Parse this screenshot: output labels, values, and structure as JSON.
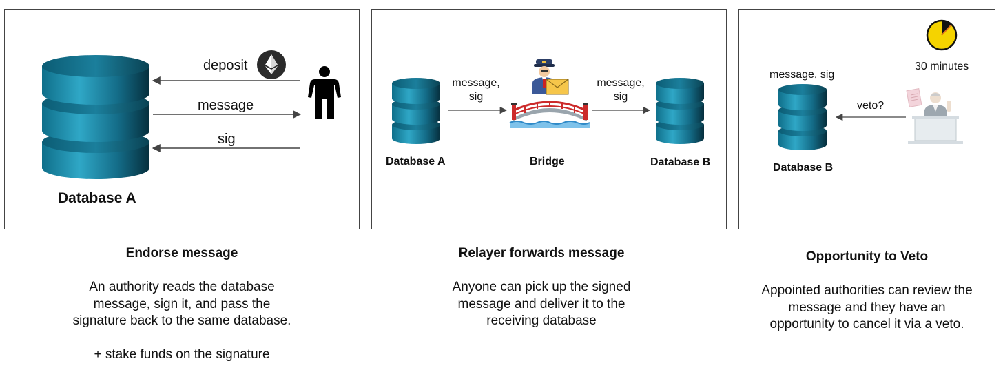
{
  "panels": [
    {
      "labels": {
        "deposit": "deposit",
        "message": "message",
        "sig": "sig",
        "database": "Database A"
      },
      "icons": [
        "database-icon",
        "ethereum-icon",
        "person-icon"
      ],
      "caption": {
        "title": "Endorse message",
        "lines": [
          "An authority reads the database",
          "message, sign it, and pass the",
          "signature back to the same database."
        ],
        "note": "+ stake funds on the signature"
      }
    },
    {
      "labels": {
        "msg_left_1": "message,",
        "msg_left_2": "sig",
        "msg_right_1": "message,",
        "msg_right_2": "sig",
        "db_a": "Database A",
        "bridge": "Bridge",
        "db_b": "Database B"
      },
      "icons": [
        "database-icon",
        "postman-icon",
        "envelope-icon",
        "bridge-icon",
        "database-icon"
      ],
      "caption": {
        "title": "Relayer forwards message",
        "lines": [
          "Anyone can pick up the signed",
          "message and deliver it to the",
          "receiving database"
        ]
      }
    },
    {
      "labels": {
        "message_sig": "message, sig",
        "veto": "veto?",
        "timer": "30 minutes",
        "database": "Database B"
      },
      "icons": [
        "database-icon",
        "clock-icon",
        "judge-icon"
      ],
      "caption": {
        "title": "Opportunity to Veto",
        "lines": [
          "Appointed authorities can review the",
          "message and they have an",
          "opportunity to cancel it via a veto."
        ]
      }
    }
  ]
}
